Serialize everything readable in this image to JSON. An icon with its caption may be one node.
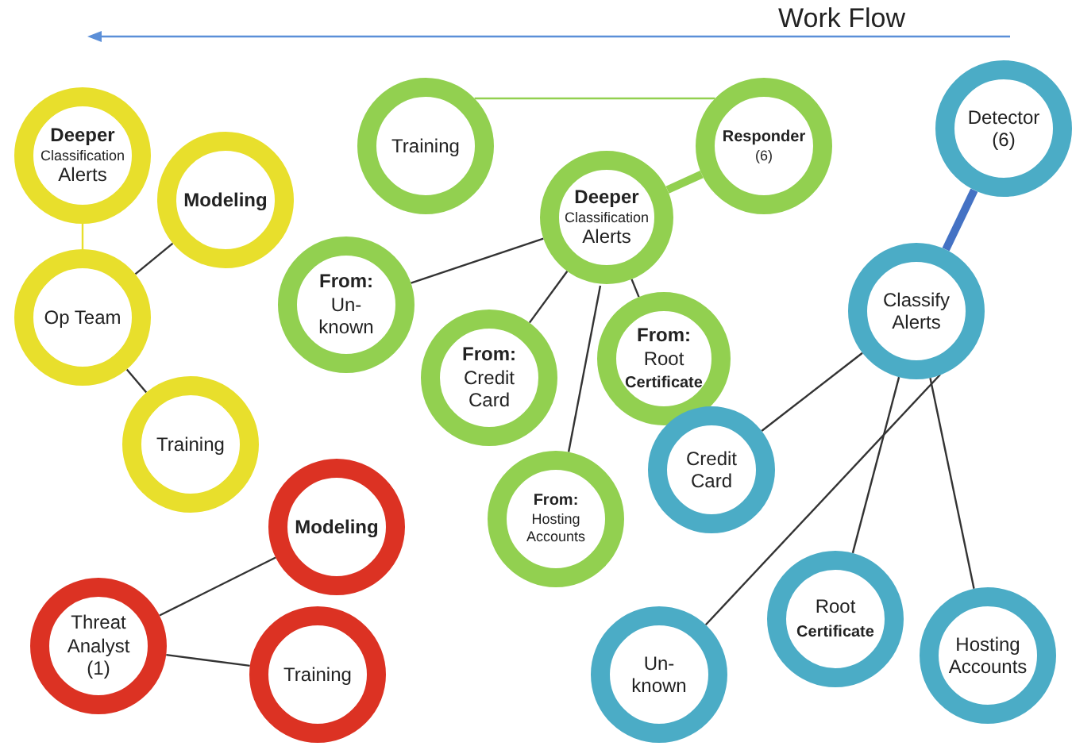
{
  "diagram": {
    "title": "Work Flow",
    "nodes": [
      {
        "text": [
          "Deeper",
          "Classification",
          "Alerts"
        ]
      },
      {
        "text": [
          "Modeling"
        ]
      },
      {
        "text": [
          "Op Team"
        ]
      },
      {
        "text": [
          "Training"
        ]
      },
      {
        "text": [
          "Training"
        ]
      },
      {
        "text": [
          "Deeper",
          "Classification",
          "Alerts"
        ]
      },
      {
        "text": [
          "Responder",
          "(6)"
        ]
      },
      {
        "text": [
          "From:",
          "Un- known"
        ]
      },
      {
        "text": [
          "From:",
          "Credit Card"
        ]
      },
      {
        "text": [
          "From:",
          "Root **Certificate**"
        ]
      },
      {
        "text": [
          "From:",
          "Hosting Accounts"
        ]
      },
      {
        "text": [
          "Detector (6)"
        ]
      },
      {
        "text": [
          "Classify Alerts"
        ]
      },
      {
        "text": [
          "Credit Card"
        ]
      },
      {
        "text": [
          "Root **Certificate**"
        ]
      },
      {
        "text": [
          "Un- known"
        ]
      },
      {
        "text": [
          "Hosting Accounts"
        ]
      },
      {
        "text": [
          "Modeling"
        ]
      },
      {
        "text": [
          "Threat Analyst (1)"
        ]
      },
      {
        "text": [
          "Training"
        ]
      }
    ],
    "edges": [
      {
        "from": 0,
        "to": 2,
        "arrow": "none",
        "color": "#e8df2c"
      },
      {
        "from": 1,
        "to": 2,
        "arrow": "none"
      },
      {
        "from": 2,
        "to": 3,
        "arrow": "none"
      },
      {
        "from": 4,
        "to": 6,
        "arrow": "none",
        "color": "#92d050"
      },
      {
        "from": 5,
        "to": 6,
        "arrow": "none",
        "style": "thick",
        "color": "#92d050"
      },
      {
        "from": 5,
        "to": 7,
        "arrow": "none"
      },
      {
        "from": 5,
        "to": 8,
        "arrow": "none"
      },
      {
        "from": 5,
        "to": 9,
        "arrow": "none"
      },
      {
        "from": 5,
        "to": 10,
        "arrow": "none"
      },
      {
        "from": 11,
        "to": 12,
        "arrow": "none",
        "style": "thick",
        "color": "#4472c4"
      },
      {
        "from": 12,
        "to": 13,
        "arrow": "none"
      },
      {
        "from": 12,
        "to": 15,
        "arrow": "none"
      },
      {
        "from": 12,
        "to": 14,
        "arrow": "none"
      },
      {
        "from": 12,
        "to": 16,
        "arrow": "none"
      },
      {
        "from": 18,
        "to": 17,
        "arrow": "none"
      },
      {
        "from": 18,
        "to": 19,
        "arrow": "none"
      }
    ]
  }
}
